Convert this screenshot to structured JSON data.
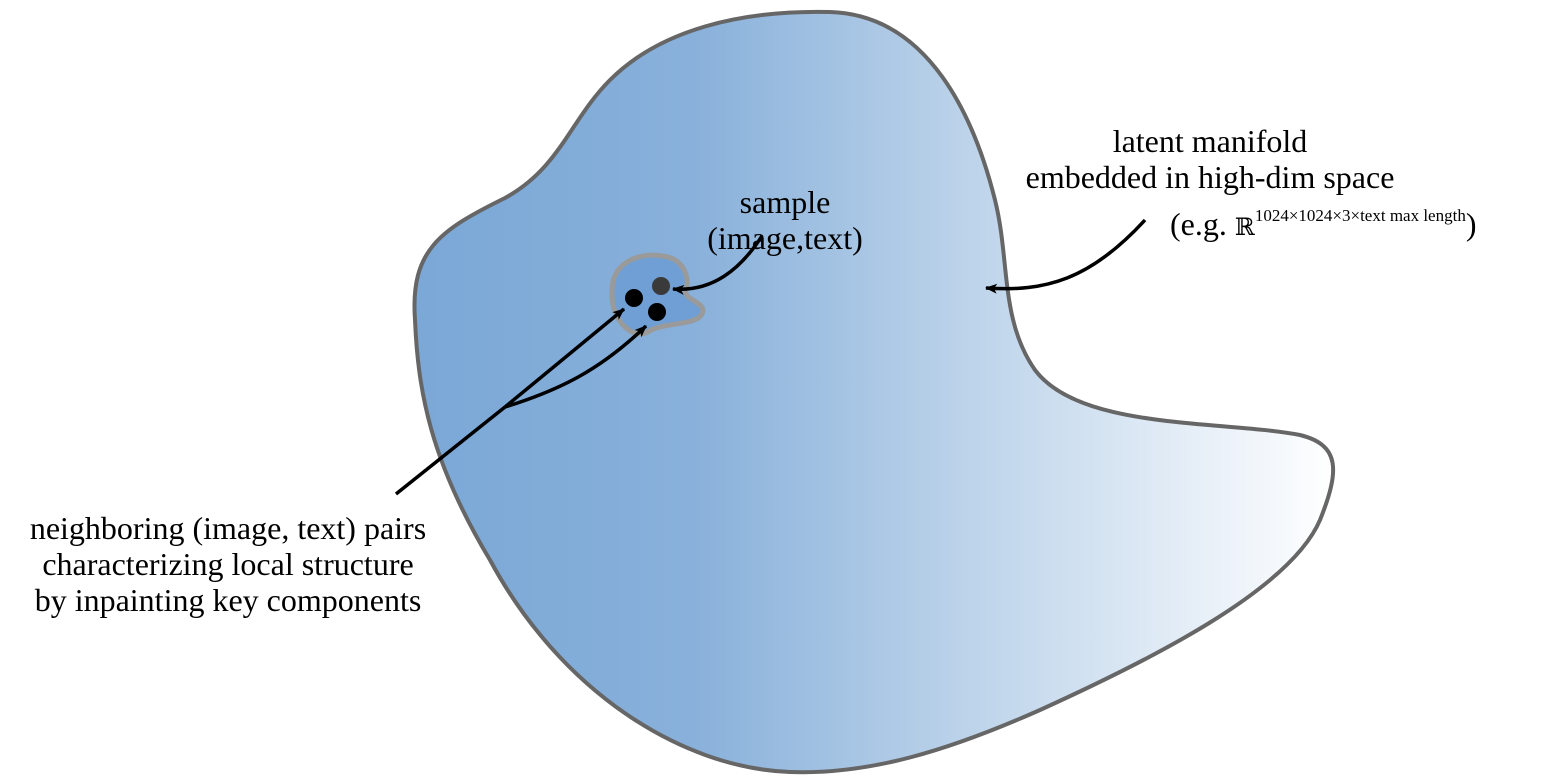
{
  "labels": {
    "sample_line1": "sample",
    "sample_line2": "(image,text)",
    "manifold_line1": "latent manifold",
    "manifold_line2": "embedded in high-dim space",
    "example_prefix": "(e.g.",
    "example_symbol": "ℝ",
    "example_superscript": "1024×1024×3×text max length",
    "example_suffix": ")",
    "neighbors_line1": "neighboring (image, text) pairs",
    "neighbors_line2": "characterizing local structure",
    "neighbors_line3": "by inpainting key components"
  },
  "colors": {
    "manifold_gradient_start": "#7ba8d7",
    "manifold_gradient_end": "#ffffff",
    "manifold_outline": "#666666",
    "neighborhood_fill": "#6f9fd4",
    "neighborhood_outline": "#9a9a9a",
    "neighbor_point": "#000000",
    "sample_point": "#3a3a3a",
    "arrow": "#000000"
  }
}
